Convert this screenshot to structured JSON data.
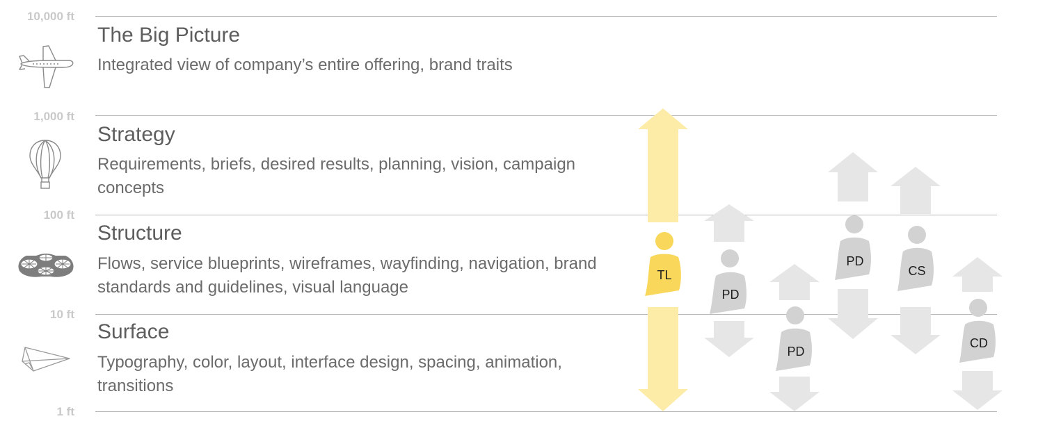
{
  "levels": [
    {
      "altitude": "10,000 ft",
      "title": "The Big Picture",
      "description": "Integrated view of company’s entire offering, brand traits",
      "icon": "airplane-icon"
    },
    {
      "altitude": "1,000 ft",
      "title": "Strategy",
      "description": "Requirements, briefs, desired results, planning, vision, campaign concepts",
      "icon": "hot-air-balloon-icon"
    },
    {
      "altitude": "100 ft",
      "title": "Structure",
      "description": "Flows, service blueprints, wireframes, wayfinding, navigation, brand standards and guidelines, visual language",
      "icon": "drone-icon"
    },
    {
      "altitude": "10 ft",
      "title": "Surface",
      "description": "Typography, color, layout, interface design, spacing, animation, transitions",
      "icon": "paper-plane-icon"
    }
  ],
  "bottom_altitude": "1 ft",
  "roles": [
    {
      "label": "TL",
      "highlight": true
    },
    {
      "label": "PD",
      "highlight": false
    },
    {
      "label": "PD",
      "highlight": false
    },
    {
      "label": "PD",
      "highlight": false
    },
    {
      "label": "CS",
      "highlight": false
    },
    {
      "label": "CD",
      "highlight": false
    }
  ],
  "colors": {
    "highlight_arrow": "#fdeca8",
    "highlight_person": "#f9d75a",
    "gray_arrow": "#e6e6e6",
    "gray_person": "#d2d2d2"
  }
}
